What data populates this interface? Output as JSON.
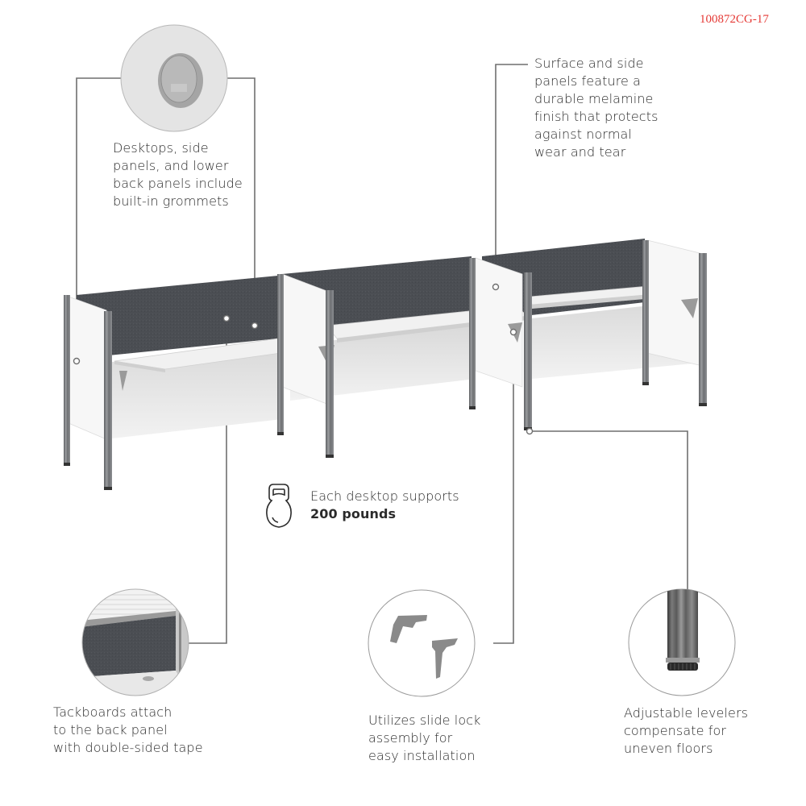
{
  "product_code": "100872CG-17",
  "callouts": {
    "grommets": {
      "lines": [
        "Desktops, side",
        "panels, and lower",
        "back panels include",
        "built-in grommets"
      ],
      "icon": "grommet-detail-image"
    },
    "melamine": {
      "lines": [
        "Surface and side",
        "panels feature a",
        "durable melamine",
        "finish that protects",
        "against normal",
        "wear and tear"
      ]
    },
    "weight": {
      "line1": "Each desktop supports",
      "line2": "200 pounds",
      "icon": "kettlebell-icon"
    },
    "tackboards": {
      "lines": [
        "Tackboards attach",
        "to the back panel",
        "with double-sided tape"
      ],
      "icon": "tackboard-detail-image"
    },
    "slide_lock": {
      "lines": [
        "Utilizes slide lock",
        "assembly for",
        "easy installation"
      ],
      "icon": "bracket-detail-image"
    },
    "levelers": {
      "lines": [
        "Adjustable levelers",
        "compensate for",
        "uneven floors"
      ],
      "icon": "leveler-detail-image"
    }
  },
  "colors": {
    "sku_red": "#e53935",
    "tackboard_gray": "#4a4d52",
    "leg_gray": "#7d7f82",
    "line_gray": "#6f6f6f",
    "panel_white": "#f4f4f4"
  }
}
